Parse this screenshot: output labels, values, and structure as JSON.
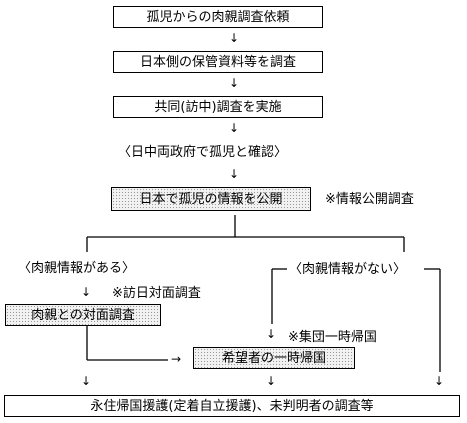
{
  "steps": {
    "s1": "孤児からの肉親調査依頼",
    "s2": "日本側の保管資料等を調査",
    "s3": "共同(訪中)調査を実施",
    "s4": "〈日中両政府で孤児と確認〉",
    "s5": "日本で孤児の情報を公開",
    "s5_note": "※情報公開調査",
    "branch_yes": "〈肉親情報がある〉",
    "branch_no": "〈肉親情報がない〉",
    "yes_note": "※訪日対面調査",
    "s6": "肉親との対面調査",
    "s7_note": "※集団一時帰国",
    "s7": "希望者の一時帰国",
    "s8": "永住帰国援護(定着自立援護)、未判明者の調査等"
  },
  "arrows": {
    "down": "↓",
    "right": "→"
  }
}
